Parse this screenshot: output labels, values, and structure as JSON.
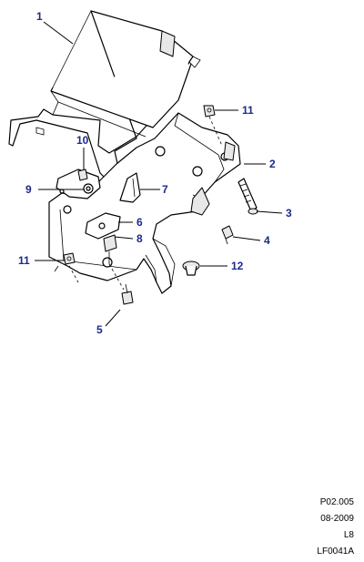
{
  "callouts": [
    {
      "id": "1",
      "label": "1"
    },
    {
      "id": "2",
      "label": "2"
    },
    {
      "id": "3",
      "label": "3"
    },
    {
      "id": "4",
      "label": "4"
    },
    {
      "id": "5",
      "label": "5"
    },
    {
      "id": "6",
      "label": "6"
    },
    {
      "id": "7",
      "label": "7"
    },
    {
      "id": "8",
      "label": "8"
    },
    {
      "id": "9",
      "label": "9"
    },
    {
      "id": "10",
      "label": "10"
    },
    {
      "id": "11a",
      "label": "11"
    },
    {
      "id": "11b",
      "label": "11"
    },
    {
      "id": "12",
      "label": "12"
    }
  ],
  "reference": {
    "page_code": "P02.005",
    "date": "08-2009",
    "level": "L8",
    "figure_id": "LF0041A"
  },
  "colors": {
    "callout_text": "#1a2a8c",
    "line": "#000000",
    "background": "#ffffff"
  }
}
